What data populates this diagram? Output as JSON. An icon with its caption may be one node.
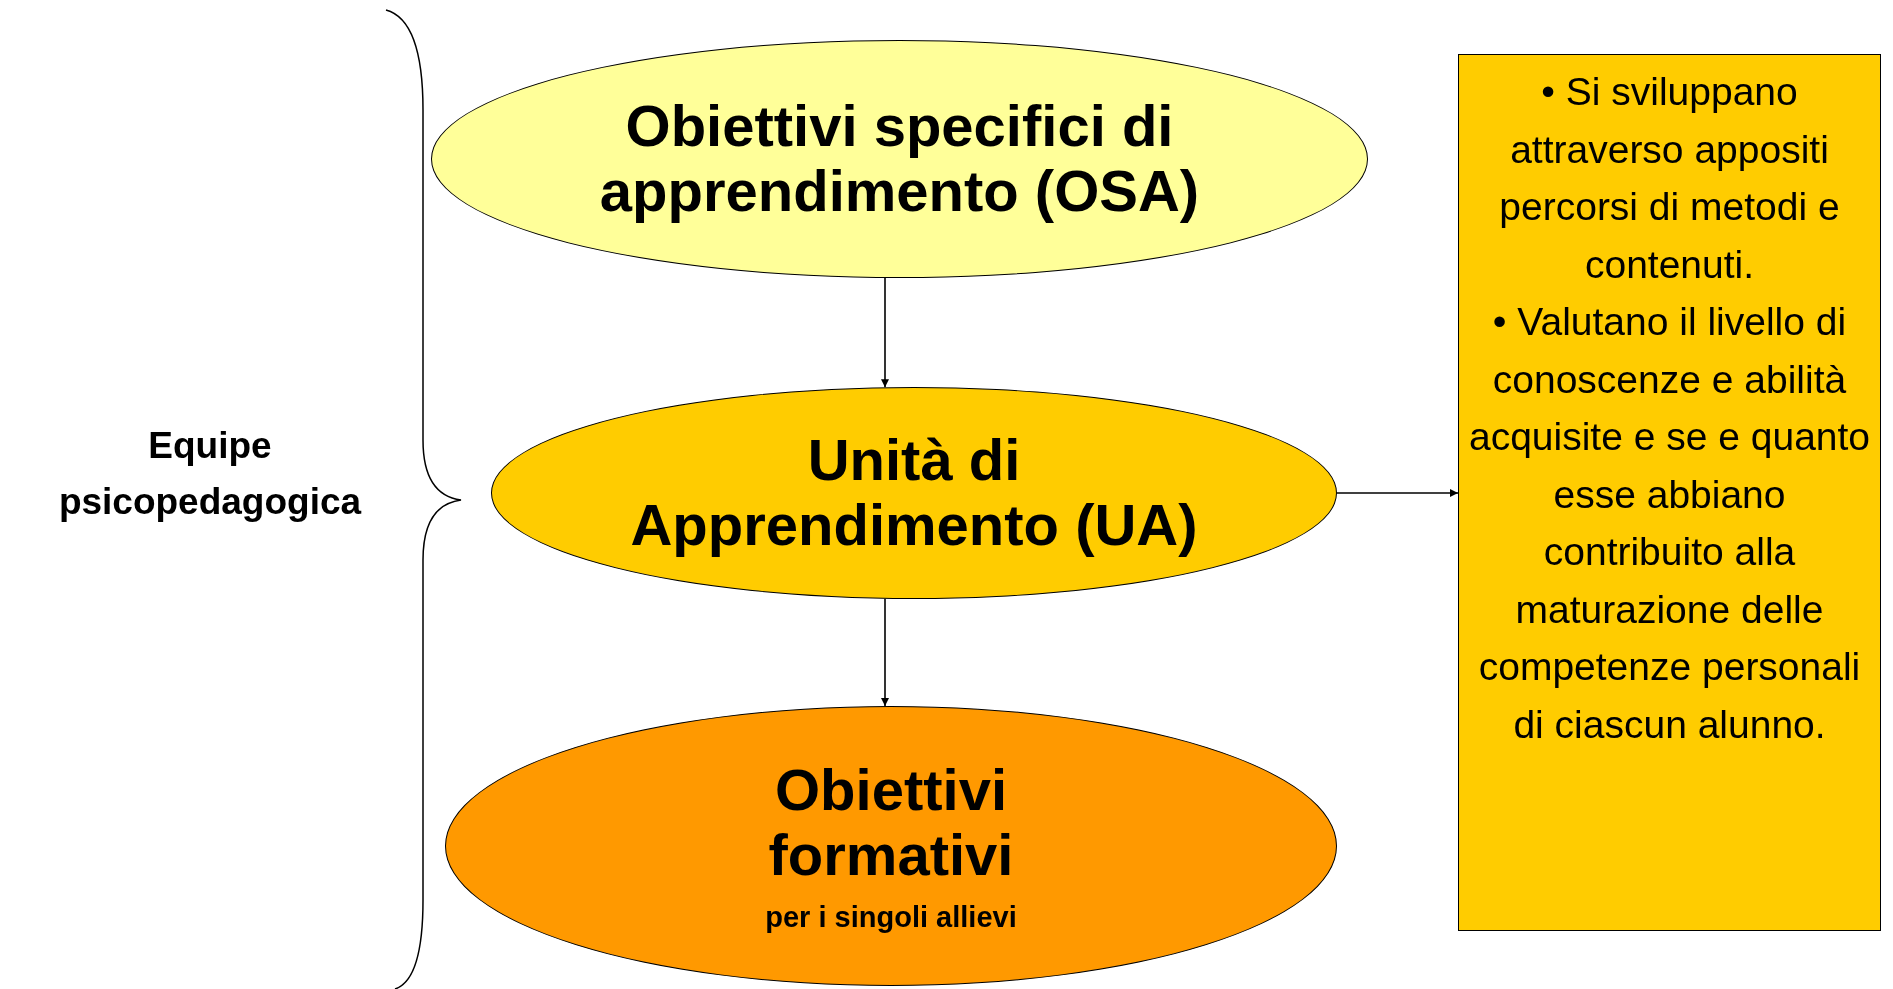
{
  "diagram": {
    "nodes": [
      {
        "text": [
          "Obiettivi specifici di apprendimento (OSA)"
        ]
      },
      {
        "text": [
          "Unità di Apprendimento (UA)"
        ]
      },
      {
        "text": [
          "Obiettivi formativi",
          "per i singoli allievi"
        ]
      },
      {
        "text": [
          "• Si sviluppano attraverso appositi percorsi di metodi e contenuti.",
          "• Valutano il livello di conoscenze e abilità acquisite e se e quanto esse abbiano contribuito alla maturazione delle competenze personali di ciascun alunno."
        ]
      }
    ],
    "edges": [
      {
        "from": 0,
        "to": 1,
        "arrow": "to"
      },
      {
        "from": 1,
        "to": 2,
        "arrow": "to"
      },
      {
        "from": 1,
        "to": 3,
        "arrow": "to"
      }
    ],
    "labels": [
      "Equipe psicopedagogica"
    ]
  }
}
